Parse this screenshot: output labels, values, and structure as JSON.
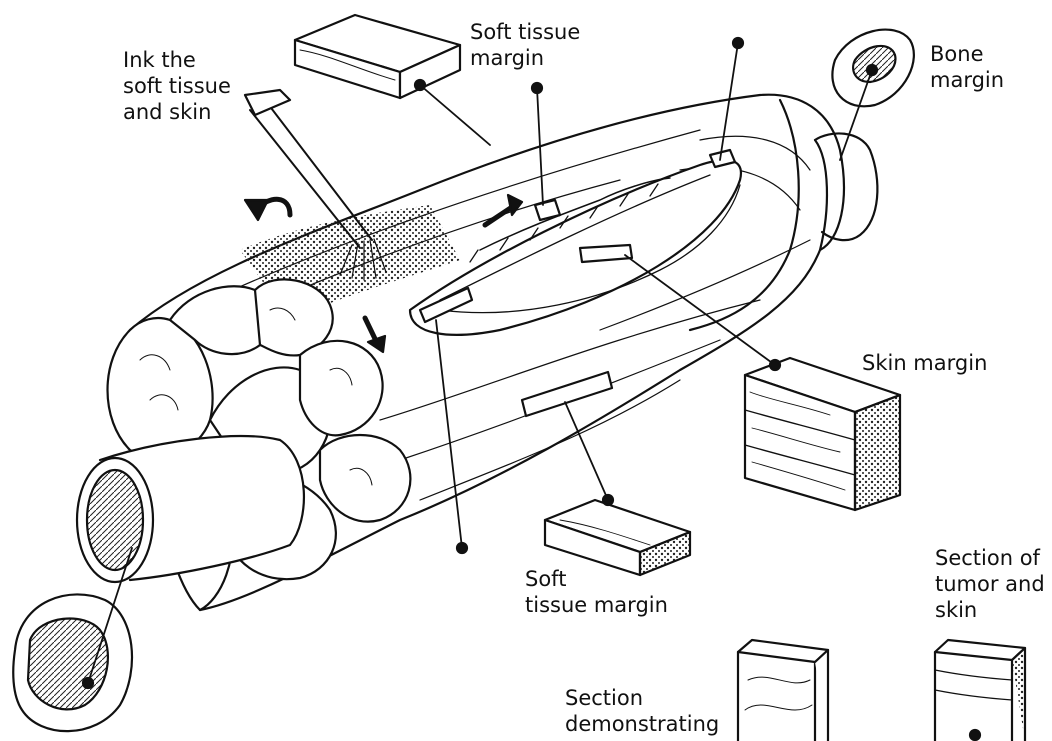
{
  "labels": {
    "ink": "Ink the\nsoft tissue\nand skin",
    "soft_tissue_top": "Soft tissue\nmargin",
    "bone": "Bone\nmargin",
    "skin": "Skin margin",
    "soft_tissue_bottom": "Soft\ntissue margin",
    "tumor_skin": "Section of\ntumor and\nskin",
    "demonstrating": "Section\ndemonstrating"
  },
  "colors": {
    "ink": "#111111",
    "paper": "#ffffff",
    "stipple": "#555555"
  }
}
